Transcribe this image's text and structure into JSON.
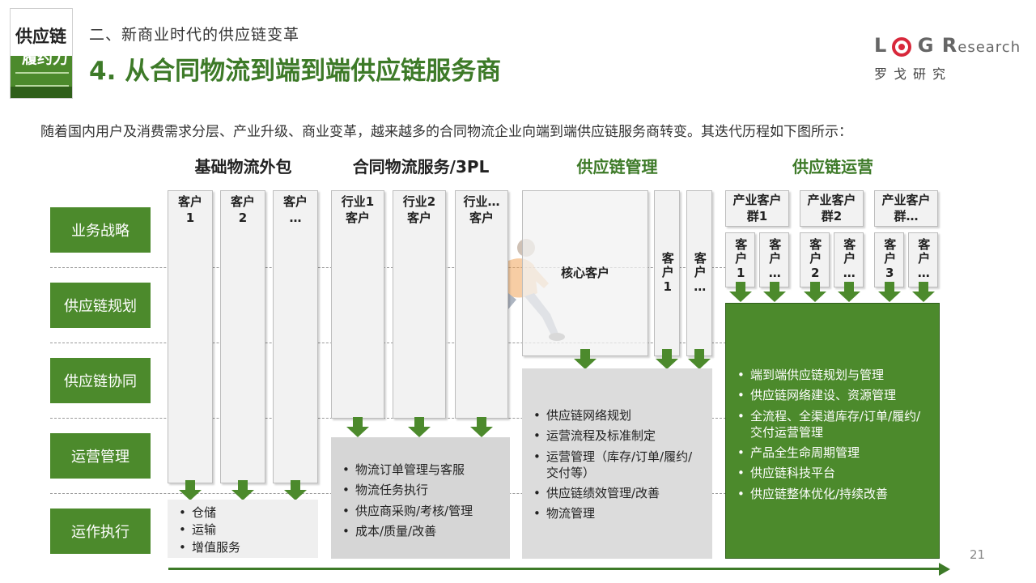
{
  "book": {
    "line1": "供应链",
    "line2": "履约力"
  },
  "header": {
    "subtitle": "二、新商业时代的供应链变革",
    "title": "4. 从合同物流到端到端供应链服务商"
  },
  "logo": {
    "word": "LOG Research",
    "sub": "罗戈研究"
  },
  "intro": "随着国内用户及消费需求分层、产业升级、商业变革，越来越多的合同物流企业向端到端供应链服务商转变。其迭代历程如下图所示：",
  "stages": [
    "基础物流外包",
    "合同物流服务/3PL",
    "供应链管理",
    "供应链运营"
  ],
  "rows": [
    "业务战略",
    "供应链规划",
    "供应链协同",
    "运营管理",
    "运作执行"
  ],
  "stage1": {
    "customers": [
      "客户\n1",
      "客户\n2",
      "客户\n…"
    ],
    "items": [
      "仓储",
      "运输",
      "增值服务"
    ]
  },
  "stage2": {
    "customers": [
      "行业1\n客户",
      "行业2\n客户",
      "行业…\n客户"
    ],
    "items": [
      "物流订单管理与客服",
      "物流任务执行",
      "供应商采购/考核/管理",
      "成本/质量/改善"
    ]
  },
  "stage3": {
    "core": "核心客户",
    "customers": [
      "客户1",
      "客户…"
    ],
    "items": [
      "供应链网络规划",
      "运营流程及标准制定",
      "运营管理（库存/订单/履约/交付等）",
      "供应链绩效管理/改善",
      "物流管理"
    ]
  },
  "stage4": {
    "groups": [
      "产业客户群1",
      "产业客户群2",
      "产业客户群…"
    ],
    "customers": [
      "客户1",
      "客户…",
      "客户2",
      "客户…",
      "客户3",
      "客户…"
    ],
    "items": [
      "端到端供应链规划与管理",
      "供应链网络建设、资源管理",
      "全流程、全渠道库存/订单/履约/交付运营管理",
      "产品全生命周期管理",
      "供应链科技平台",
      "供应链整体优化/持续改善"
    ]
  },
  "colors": {
    "green": "#4c8a2c",
    "dark_green": "#2f5f1a",
    "title_green": "#3d7a28"
  },
  "page_number": "21"
}
